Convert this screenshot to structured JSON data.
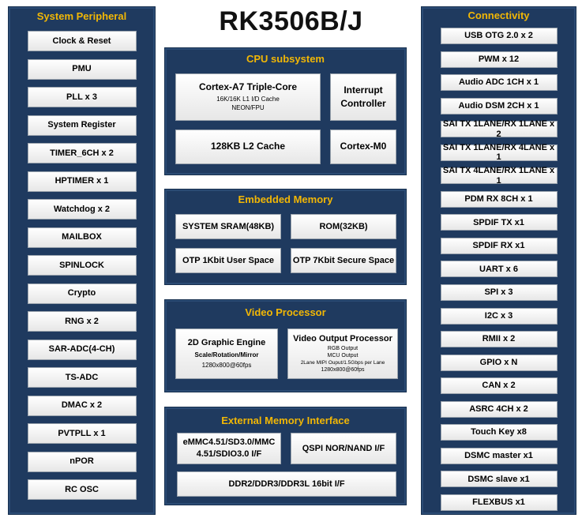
{
  "title": "RK3506B/J",
  "system_peripheral": {
    "title": "System Peripheral",
    "items": [
      "Clock & Reset",
      "PMU",
      "PLL x 3",
      "System Register",
      "TIMER_6CH x 2",
      "HPTIMER x 1",
      "Watchdog x 2",
      "MAILBOX",
      "SPINLOCK",
      "Crypto",
      "RNG x 2",
      "SAR-ADC(4-CH)",
      "TS-ADC",
      "DMAC x 2",
      "PVTPLL x 1",
      "nPOR",
      "RC OSC"
    ]
  },
  "connectivity": {
    "title": "Connectivity",
    "items": [
      "USB OTG 2.0 x 2",
      "PWM x 12",
      "Audio ADC 1CH x 1",
      "Audio DSM 2CH x 1",
      "SAI TX 1LANE/RX 1LANE x 2",
      "SAI TX 1LANE/RX 4LANE x 1",
      "SAI TX 4LANE/RX 1LANE x 1",
      "PDM RX 8CH x 1",
      "SPDIF TX x1",
      "SPDIF RX x1",
      "UART x 6",
      "SPI x 3",
      "I2C x 3",
      "RMII x 2",
      "GPIO x N",
      "CAN x 2",
      "ASRC 4CH x 2",
      "Touch Key x8",
      "DSMC master x1",
      "DSMC slave x1",
      "FLEXBUS x1"
    ]
  },
  "cpu": {
    "title": "CPU subsystem",
    "cortex_a7": "Cortex-A7 Triple-Core",
    "cortex_a7_line1": "16K/16K L1 I/D Cache",
    "cortex_a7_line2": "NEON/FPU",
    "interrupt_line1": "Interrupt",
    "interrupt_line2": "Controller",
    "l2": "128KB L2 Cache",
    "m0": "Cortex-M0"
  },
  "memory": {
    "title": "Embedded Memory",
    "sram": "SYSTEM SRAM(48KB)",
    "rom": "ROM(32KB)",
    "otp_user": "OTP 1Kbit User Space",
    "otp_secure": "OTP 7Kbit Secure Space"
  },
  "video": {
    "title": "Video Processor",
    "engine": "2D Graphic Engine",
    "engine_line1": "Scale/Rotation/Mirror",
    "engine_line2": "1280x800@60fps",
    "output": "Video Output Processor",
    "output_line1": "RGB Output",
    "output_line2": "MCU Output",
    "output_line3": "2Lane MIPI Ouput/1.5Gbps per Lane",
    "output_line4": "1280x800@60fps"
  },
  "external": {
    "title": "External Memory Interface",
    "emmc_line1": "eMMC4.51/SD3.0/MMC",
    "emmc_line2": "4.51/SDIO3.0  I/F",
    "qspi": "QSPI NOR/NAND I/F",
    "ddr": "DDR2/DDR3/DDR3L 16bit I/F"
  }
}
